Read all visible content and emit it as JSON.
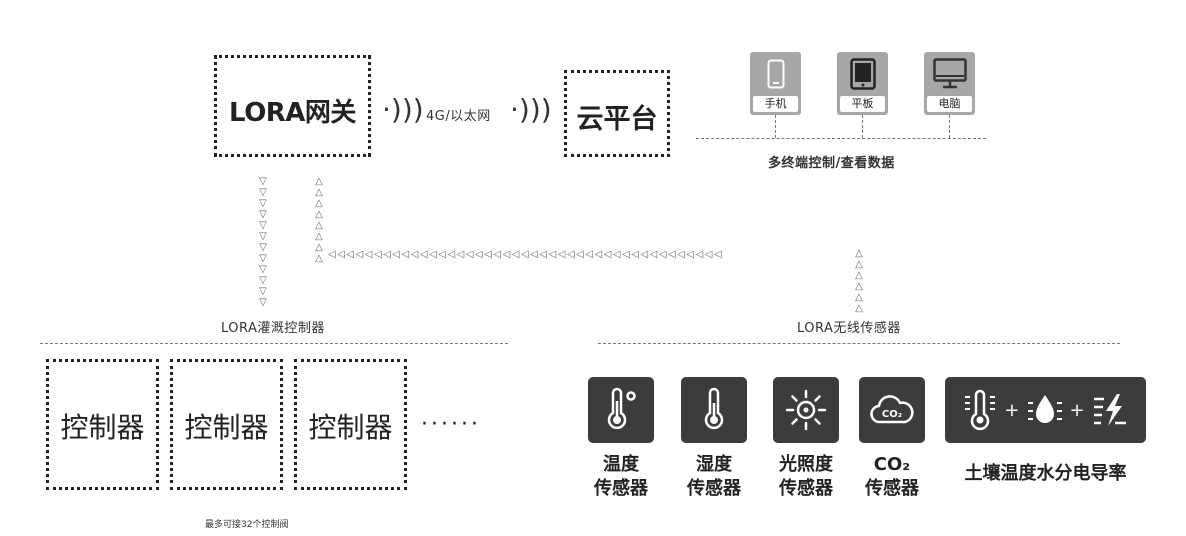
{
  "gateway": {
    "label": "LORA网关"
  },
  "link": {
    "label": "4G/以太网"
  },
  "cloud": {
    "label": "云平台"
  },
  "devices": {
    "items": [
      {
        "label": "手机",
        "icon": "phone-icon"
      },
      {
        "label": "平板",
        "icon": "tablet-icon"
      },
      {
        "label": "电脑",
        "icon": "computer-icon"
      }
    ],
    "caption": "多终端控制/查看数据"
  },
  "controllers": {
    "title": "LORA灌溉控制器",
    "items": [
      "控制器",
      "控制器",
      "控制器"
    ],
    "ellipsis": "······",
    "note": "最多可接32个控制阀"
  },
  "sensors": {
    "title": "LORA无线传感器",
    "items": [
      {
        "line1": "温度",
        "line2": "传感器",
        "icon": "thermometer-icon"
      },
      {
        "line1": "湿度",
        "line2": "传感器",
        "icon": "thermometer-icon"
      },
      {
        "line1": "光照度",
        "line2": "传感器",
        "icon": "sun-icon"
      },
      {
        "line1": "CO₂",
        "line2": "传感器",
        "icon": "co2-cloud-icon"
      }
    ],
    "soil": {
      "label": "土壤温度水分电导率",
      "plus": "+"
    }
  },
  "colors": {
    "icon_bg": "#3c3c3c",
    "device_bg": "#a7a7a7",
    "arrow": "#666666"
  }
}
